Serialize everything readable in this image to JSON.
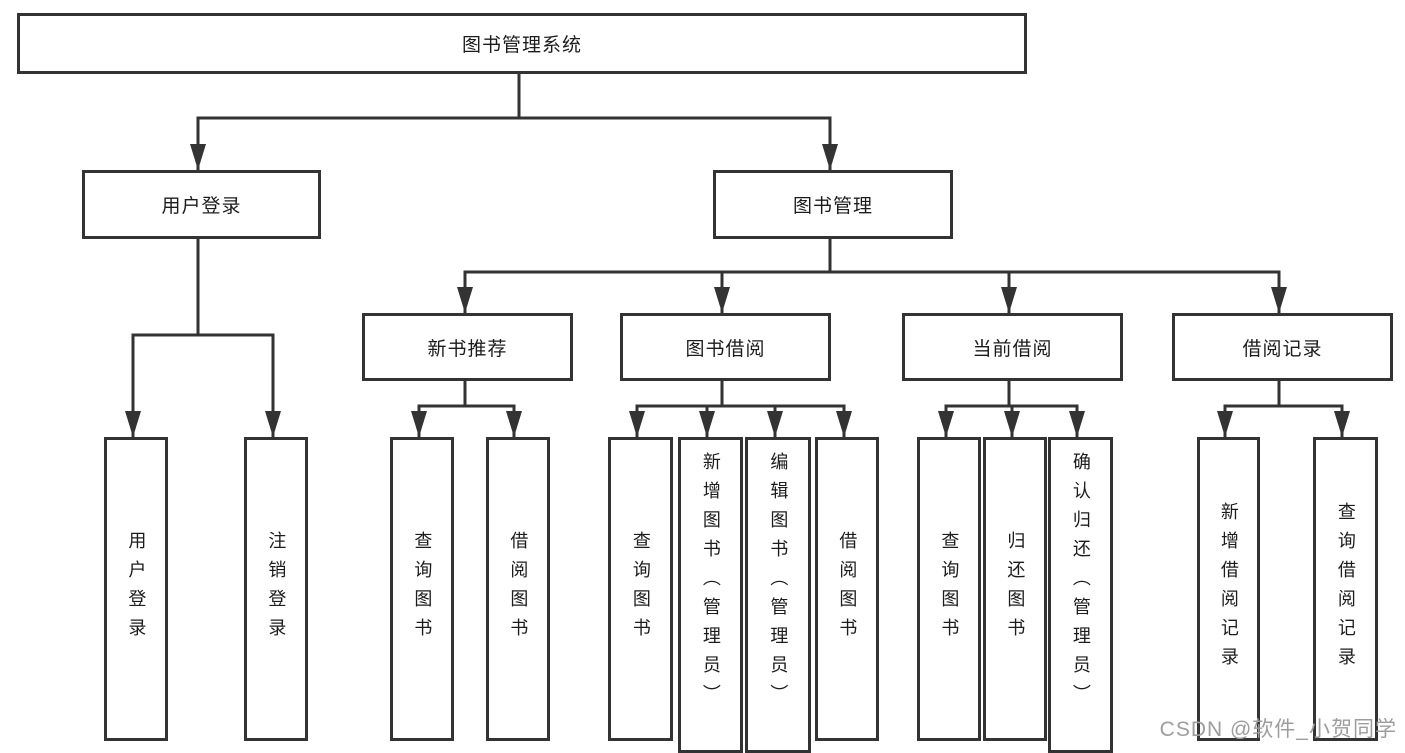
{
  "diagram": {
    "root": {
      "label": "图书管理系统"
    },
    "level2": [
      {
        "label": "用户登录"
      },
      {
        "label": "图书管理"
      }
    ],
    "level3": [
      {
        "label": "新书推荐"
      },
      {
        "label": "图书借阅"
      },
      {
        "label": "当前借阅"
      },
      {
        "label": "借阅记录"
      }
    ],
    "leaves": {
      "user_login": [
        "用户登录",
        "注销登录"
      ],
      "new_book": [
        "查询图书",
        "借阅图书"
      ],
      "book_borrow": [
        "查询图书",
        "新增图书（管理员）",
        "编辑图书（管理员）",
        "借阅图书"
      ],
      "current_borrow": [
        "查询图书",
        "归还图书",
        "确认归还（管理员）"
      ],
      "borrow_record": [
        "新增借阅记录",
        "查询借阅记录"
      ]
    }
  },
  "watermark": {
    "text": "CSDN @软件_小贺同学"
  },
  "colors": {
    "line": "#333333",
    "box_border": "#333333",
    "text": "#1c1c1c",
    "watermark": "#9d9d9d",
    "background": "#ffffff"
  }
}
